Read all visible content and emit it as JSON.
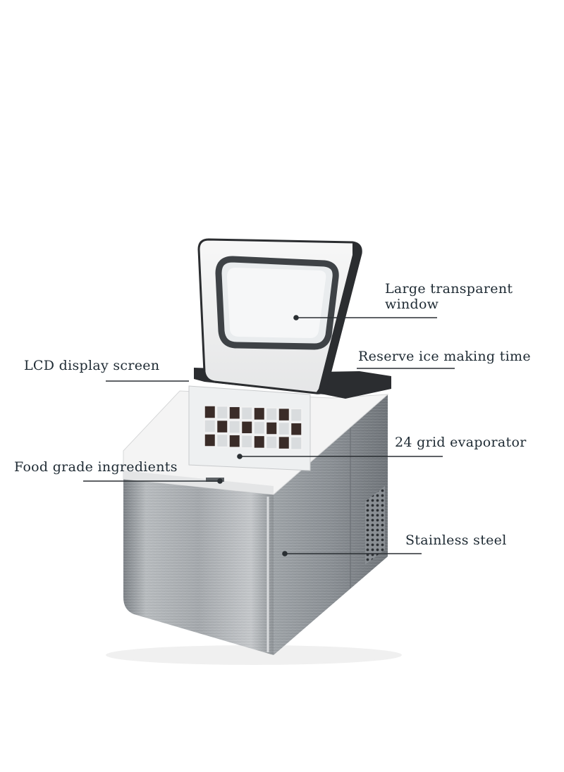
{
  "callouts": {
    "window": {
      "line1": "Large transparent",
      "line2": "window"
    },
    "lcd": "LCD display screen",
    "reserve": "Reserve ice making time",
    "evaporator": "24 grid evaporator",
    "food_grade": "Food grade ingredients",
    "steel": "Stainless steel"
  },
  "colors": {
    "steel_front": "#a9adb1",
    "steel_side": "#8b9095",
    "lid_black": "#2b2d30",
    "leader_line": "#2a2f33",
    "text": "#1e2a33"
  },
  "illustration": {
    "subject": "ice-maker",
    "evaporator_grid": {
      "rows": 3,
      "cols": 8
    }
  }
}
